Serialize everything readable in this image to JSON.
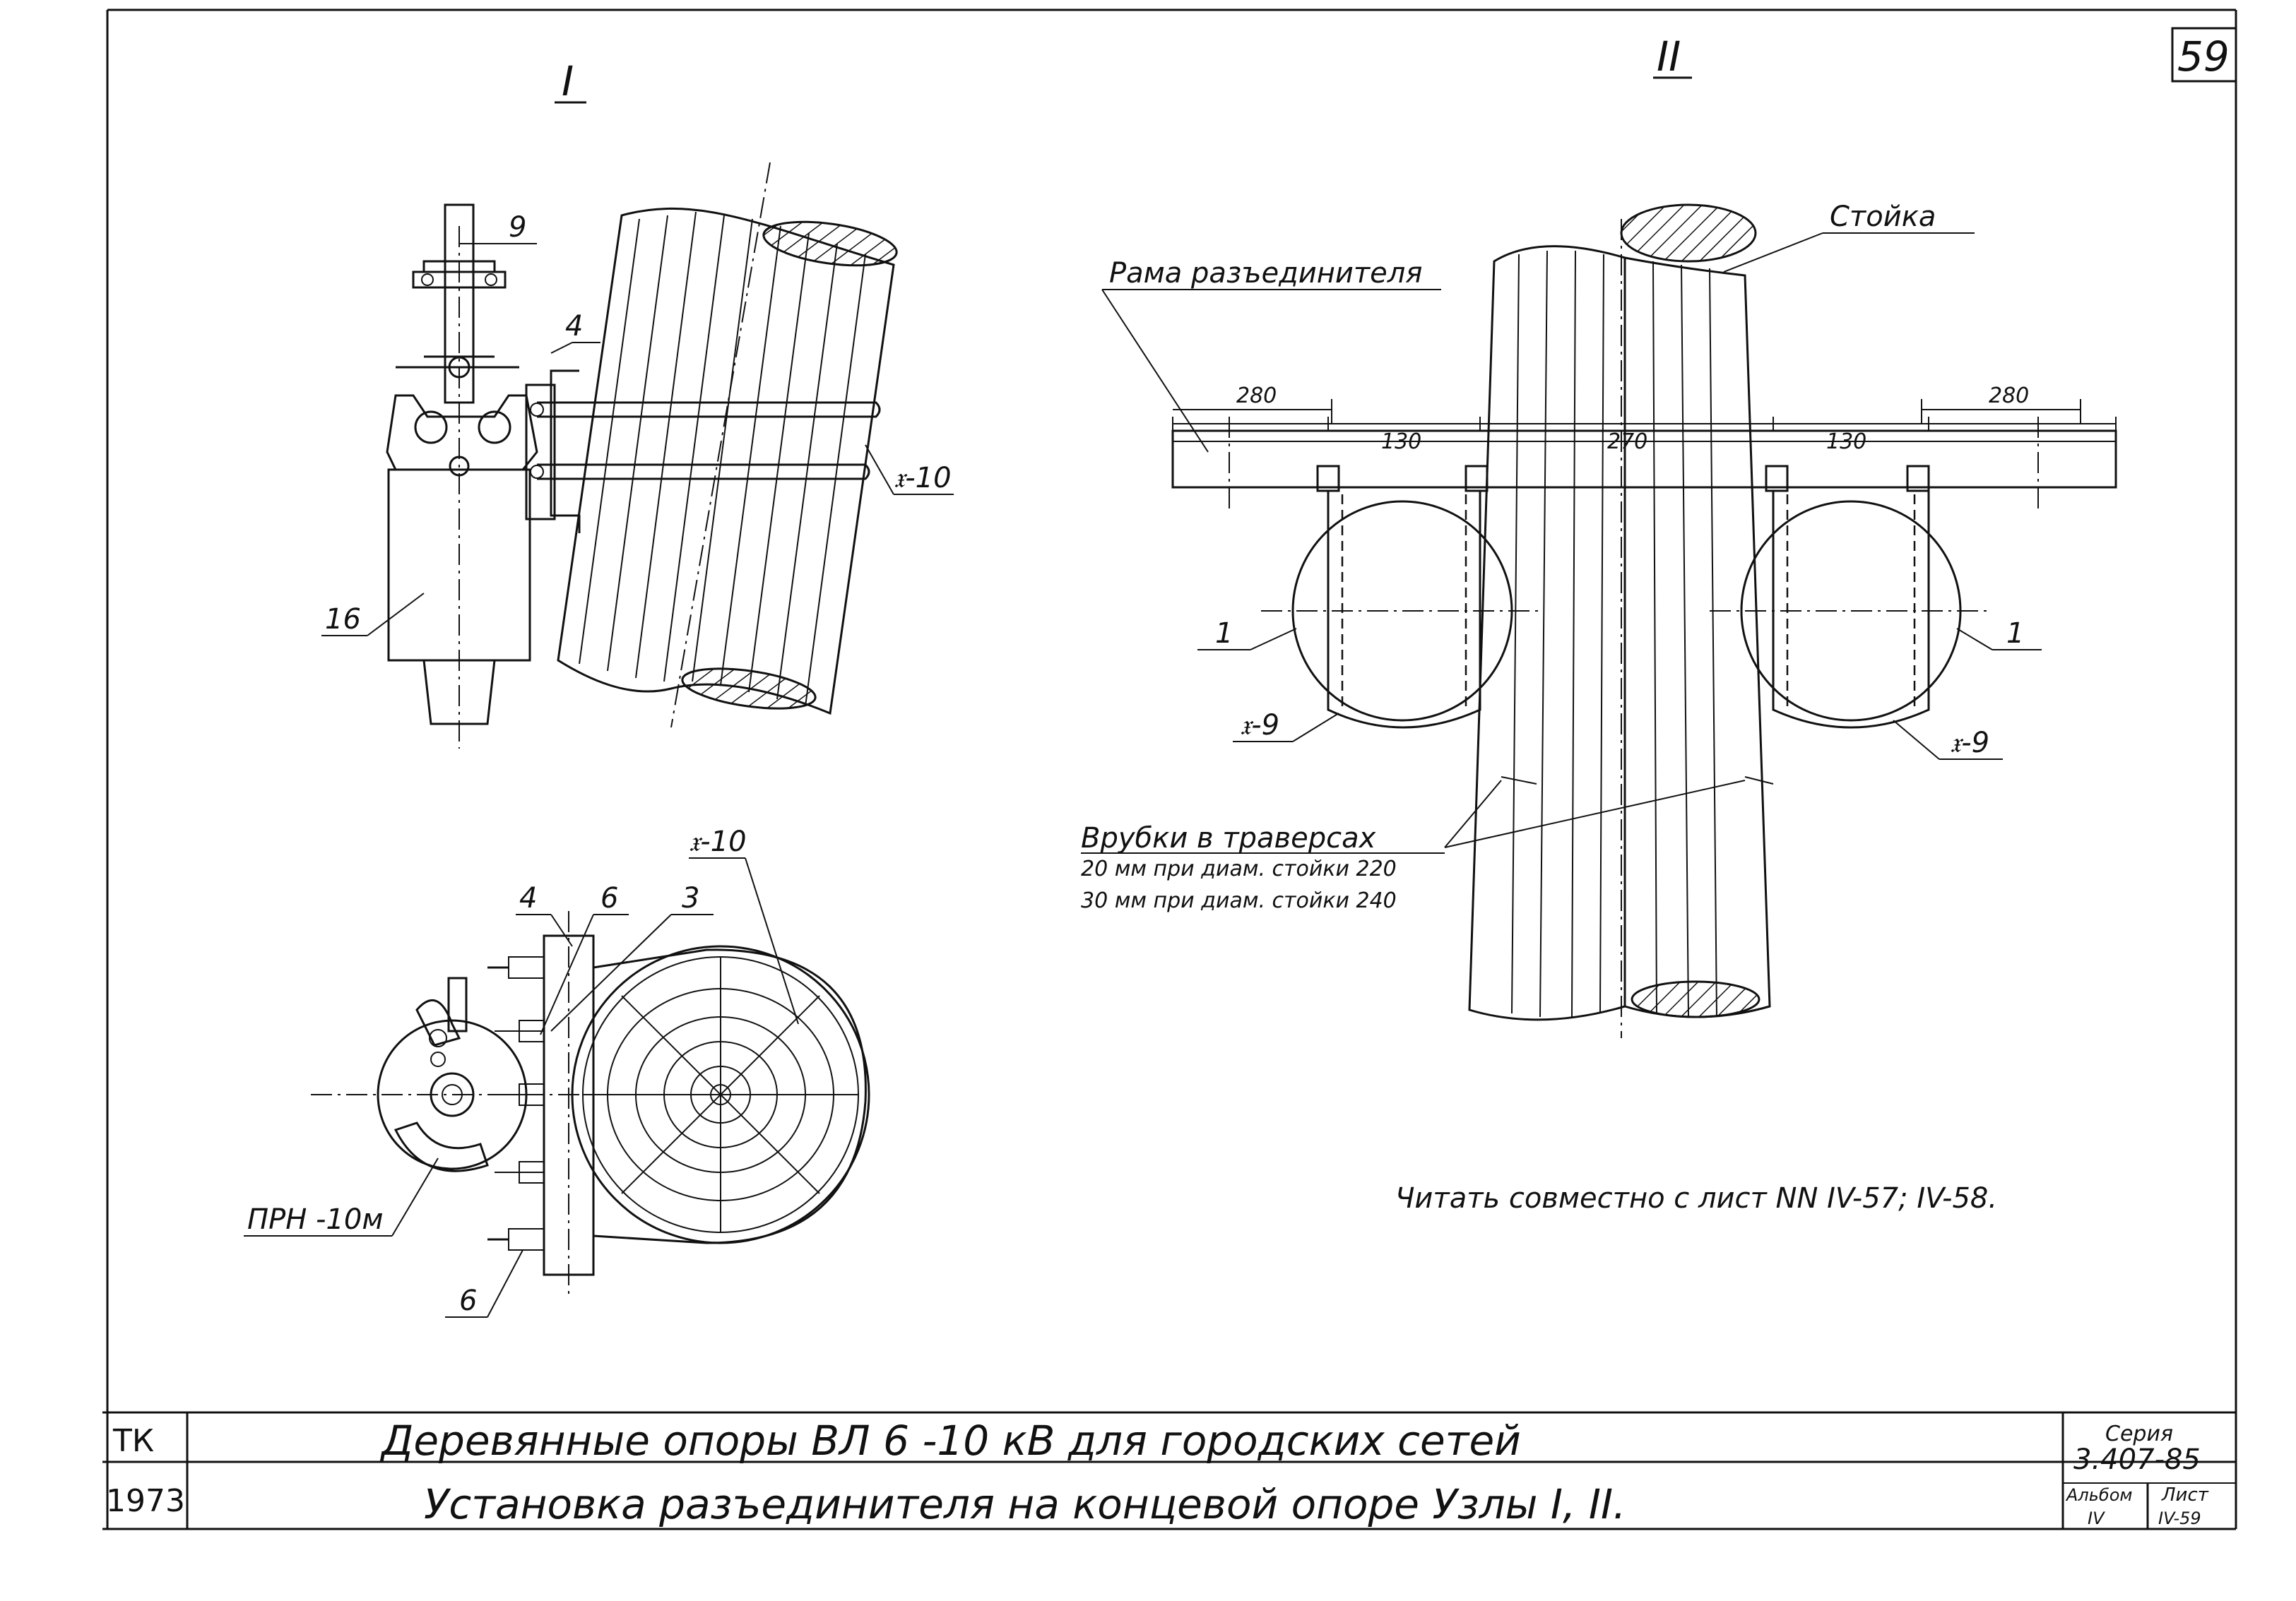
{
  "sheet": {
    "page_number": "59"
  },
  "node1": {
    "title": "I",
    "callouts": {
      "item_9": "9",
      "item_4": "4",
      "item_x10": "𝔵-10",
      "item_16": "16"
    },
    "plan": {
      "item_x10": "𝔵-10",
      "item_4": "4",
      "item_6_top": "6",
      "item_3": "3",
      "item_prn": "ПРН -10м",
      "item_6_bottom": "6"
    }
  },
  "node2": {
    "title": "II",
    "labels": {
      "post": "Стойка",
      "frame": "Рама разъединителя",
      "item_1_left": "1",
      "item_1_right": "1",
      "item_x9_left": "𝔵-9",
      "item_x9_right": "𝔵-9"
    },
    "dimensions": {
      "d280_left": "280",
      "d130_left": "130",
      "d270": "270",
      "d130_right": "130",
      "d280_right": "280"
    },
    "notches": {
      "title": "Врубки в траверсах",
      "line1": "20 мм при диам. стойки 220",
      "line2": "30 мм при диам. стойки 240"
    }
  },
  "note": "Читать совместно с лист NN IV-57; IV-58.",
  "title_block": {
    "org": "ТК",
    "year": "1973",
    "title_line1": "Деревянные опоры ВЛ 6 -10 кВ для городских сетей",
    "title_line2": "Установка разъединителя на концевой опоре Узлы I, II.",
    "series_label": "Серия",
    "series_value": "3.407-85",
    "album_label": "Альбом",
    "album_value": "IV",
    "sheet_label": "Лист",
    "sheet_value": "IV-59"
  }
}
